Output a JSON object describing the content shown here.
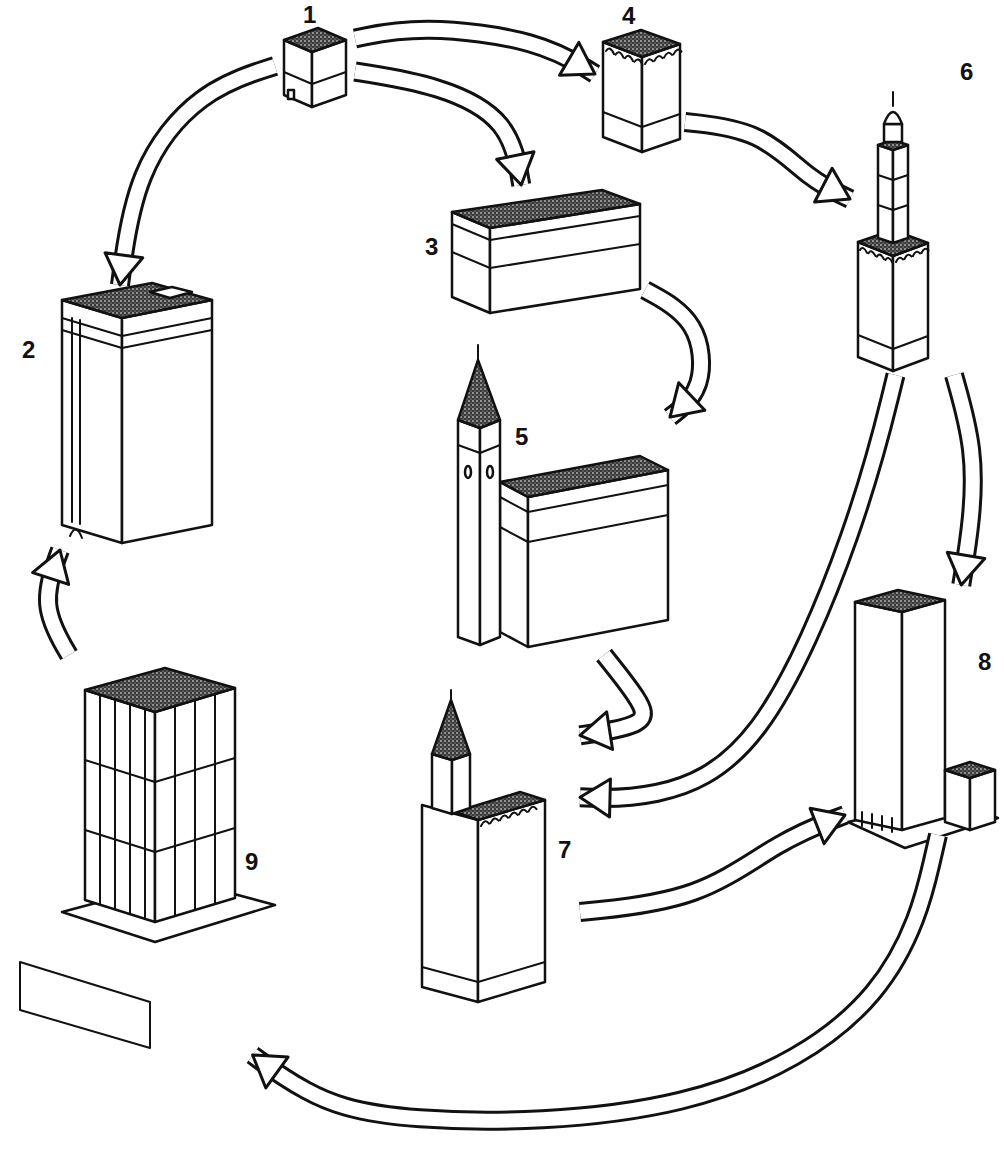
{
  "diagram": {
    "nodes": [
      {
        "text": [
          "1"
        ]
      },
      {
        "text": [
          "2"
        ]
      },
      {
        "text": [
          "3"
        ]
      },
      {
        "text": [
          "4"
        ]
      },
      {
        "text": [
          "5"
        ]
      },
      {
        "text": [
          "6"
        ]
      },
      {
        "text": [
          "7"
        ]
      },
      {
        "text": [
          "8"
        ]
      },
      {
        "text": [
          "9"
        ]
      }
    ],
    "edges": [
      {
        "from": 0,
        "to": 1,
        "arrow": "to"
      },
      {
        "from": 0,
        "to": 2,
        "arrow": "to"
      },
      {
        "from": 0,
        "to": 3,
        "arrow": "to"
      },
      {
        "from": 3,
        "to": 5,
        "arrow": "to"
      },
      {
        "from": 2,
        "to": 4,
        "arrow": "to"
      },
      {
        "from": 5,
        "to": 7,
        "arrow": "to"
      },
      {
        "from": 5,
        "to": 6,
        "arrow": "to"
      },
      {
        "from": 4,
        "to": 6,
        "arrow": "to"
      },
      {
        "from": 6,
        "to": 7,
        "arrow": "to"
      },
      {
        "from": 7,
        "to": 8,
        "arrow": "to"
      },
      {
        "from": 8,
        "to": 1,
        "arrow": "to"
      }
    ]
  }
}
